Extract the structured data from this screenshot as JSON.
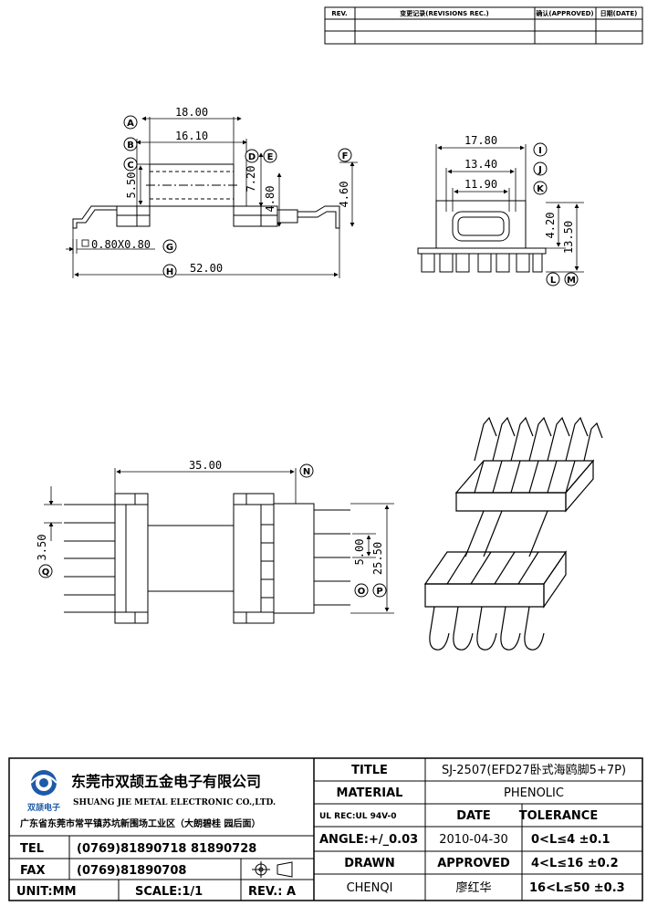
{
  "revision_table": {
    "headers": [
      "REV.",
      "变更记录(REVISIONS REC.)",
      "确认(APPROVED)",
      "日期(DATE)"
    ]
  },
  "front_view": {
    "dims": {
      "d_18": "18.00",
      "d_16": "16.10",
      "d_550": "5.50",
      "d_720": "7.20",
      "d_480": "4.80",
      "d_460": "4.60",
      "d_pin": "0.80X0.80",
      "d_52": "52.00"
    },
    "labels": [
      "A",
      "B",
      "C",
      "D",
      "E",
      "F",
      "G",
      "H"
    ]
  },
  "side_view": {
    "dims": {
      "d_1780": "17.80",
      "d_1340": "13.40",
      "d_1190": "11.90",
      "d_420": "4.20",
      "d_1350": "13.50"
    },
    "labels": [
      "I",
      "J",
      "K",
      "L",
      "M"
    ]
  },
  "bottom_view": {
    "dims": {
      "d_35": "35.00",
      "d_350": "3.50",
      "d_500": "5.00",
      "d_2550": "25.50"
    },
    "labels": [
      "N",
      "O",
      "P",
      "Q"
    ]
  },
  "title_block": {
    "company_cn": "东莞市双颉五金电子有限公司",
    "company_en": "SHUANG JIE METAL ELECTRONIC CO.,LTD.",
    "logo_text": "双颉电子",
    "address": "广东省东莞市常平镇苏坑新围场工业区（大朗碧桂 园后面）",
    "tel_label": "TEL",
    "tel_value": "(0769)81890718  81890728",
    "fax_label": "FAX",
    "fax_value": "(0769)81890708",
    "unit": "UNIT:MM",
    "scale": "SCALE:1/1",
    "rev": "REV.: A",
    "title_label": "TITLE",
    "title_value": "SJ-2507(EFD27卧式海鸥脚5+7P)",
    "material_label": "MATERIAL",
    "material_value": "PHENOLIC",
    "ul_rec": "UL REC:UL 94V-0",
    "date_label": "DATE",
    "tolerance_label": "TOLERANCE",
    "angle": "ANGLE:+/_0.03",
    "date_value": "2010-04-30",
    "tol_1": "0<L≤4   ±0.1",
    "drawn_label": "DRAWN",
    "approved_label": "APPROVED",
    "tol_2": "4<L≤16   ±0.2",
    "drawn_value": "CHENQI",
    "approved_value": "廖红华",
    "tol_3": "16<L≤50  ±0.3"
  }
}
